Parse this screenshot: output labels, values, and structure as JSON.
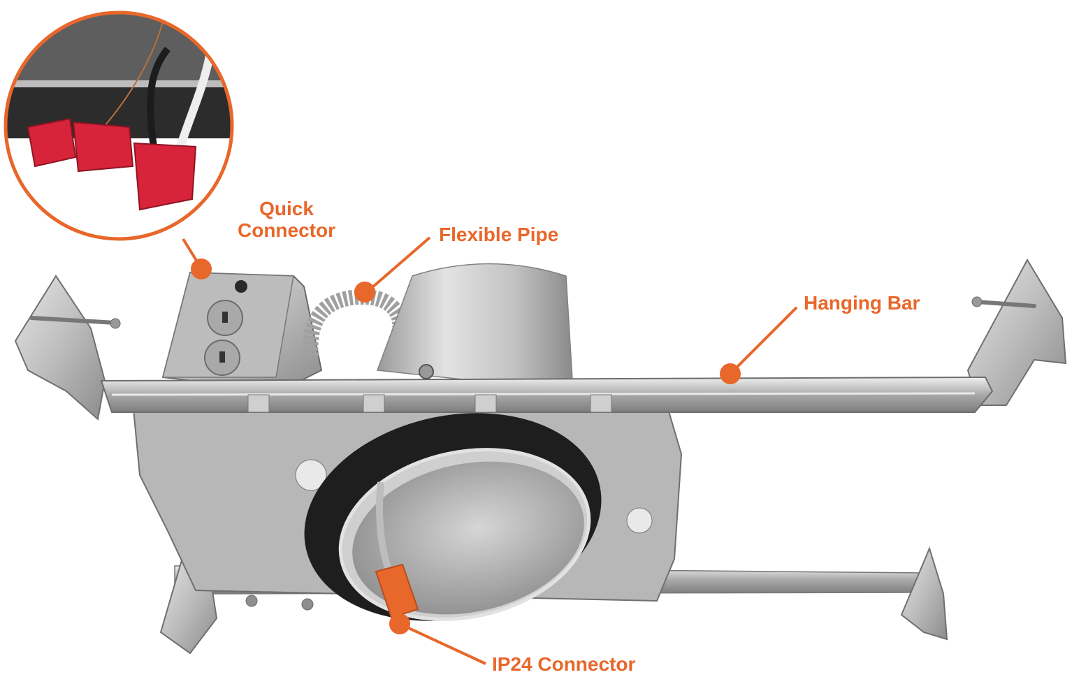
{
  "colors": {
    "accent": "#e8672a",
    "metal_light": "#d9d9d9",
    "metal_mid": "#b3b3b3",
    "metal_dark": "#6f6f6f",
    "gasket": "#1f1f1f",
    "connector_red": "#d8243a"
  },
  "callouts": {
    "quick_connector": {
      "line1": "Quick",
      "line2": "Connector"
    },
    "flexible_pipe": "Flexible Pipe",
    "hanging_bar": "Hanging Bar",
    "ip24_connector": "IP24 Connector"
  },
  "icons": {
    "inset": "wire-connector-closeup-icon",
    "fixture": "recessed-housing-icon"
  }
}
